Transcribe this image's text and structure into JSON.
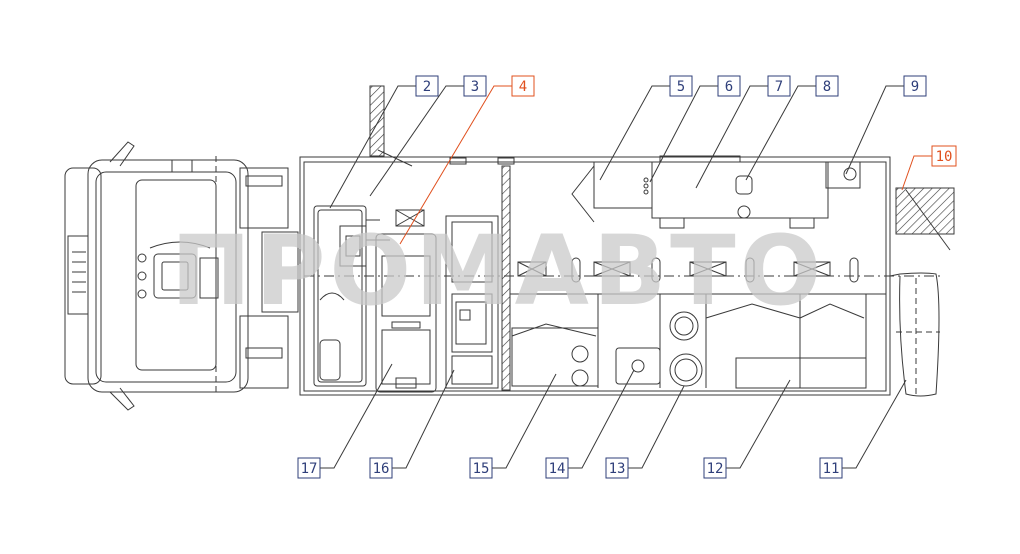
{
  "colors": {
    "line": "#3a3a3a",
    "callout_default": "#2f3f7a",
    "callout_highlight": "#e0501e",
    "watermark": "#c9c9c9"
  },
  "watermark_text": "ПРОМАВТО",
  "callouts": [
    {
      "id": "2",
      "label": "2",
      "highlight": false
    },
    {
      "id": "3",
      "label": "3",
      "highlight": false
    },
    {
      "id": "4",
      "label": "4",
      "highlight": true
    },
    {
      "id": "5",
      "label": "5",
      "highlight": false
    },
    {
      "id": "6",
      "label": "6",
      "highlight": false
    },
    {
      "id": "7",
      "label": "7",
      "highlight": false
    },
    {
      "id": "8",
      "label": "8",
      "highlight": false
    },
    {
      "id": "9",
      "label": "9",
      "highlight": false
    },
    {
      "id": "10",
      "label": "10",
      "highlight": true
    },
    {
      "id": "11",
      "label": "11",
      "highlight": false
    },
    {
      "id": "12",
      "label": "12",
      "highlight": false
    },
    {
      "id": "13",
      "label": "13",
      "highlight": false
    },
    {
      "id": "14",
      "label": "14",
      "highlight": false
    },
    {
      "id": "15",
      "label": "15",
      "highlight": false
    },
    {
      "id": "16",
      "label": "16",
      "highlight": false
    },
    {
      "id": "17",
      "label": "17",
      "highlight": false
    }
  ]
}
